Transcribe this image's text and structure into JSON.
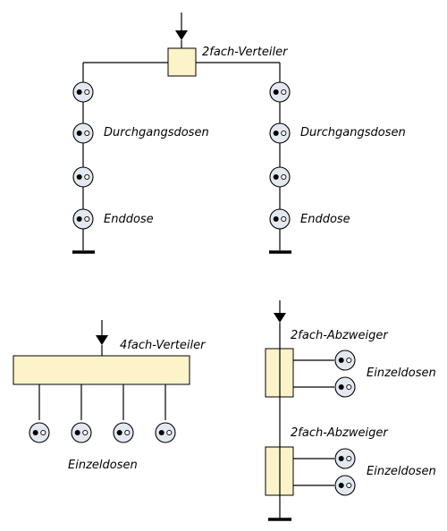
{
  "colors": {
    "box_fill": "#fdf3c8",
    "socket_fill": "#e4e8f1",
    "line": "#000000"
  },
  "top": {
    "splitter_label": "2fach-Verteiler",
    "left_branch": {
      "through_label": "Durchgangsdosen",
      "end_label": "Enddose"
    },
    "right_branch": {
      "through_label": "Durchgangsdosen",
      "end_label": "Enddose"
    }
  },
  "bottom_left": {
    "splitter_label": "4fach-Verteiler",
    "sockets_label": "Einzeldosen"
  },
  "bottom_right": {
    "tap1_label": "2fach-Abzweiger",
    "tap1_sockets_label": "Einzeldosen",
    "tap2_label": "2fach-Abzweiger",
    "tap2_sockets_label": "Einzeldosen"
  },
  "icons": {
    "socket": "antenna-socket-icon",
    "input": "arrow-down-icon",
    "terminator": "terminator-icon"
  }
}
